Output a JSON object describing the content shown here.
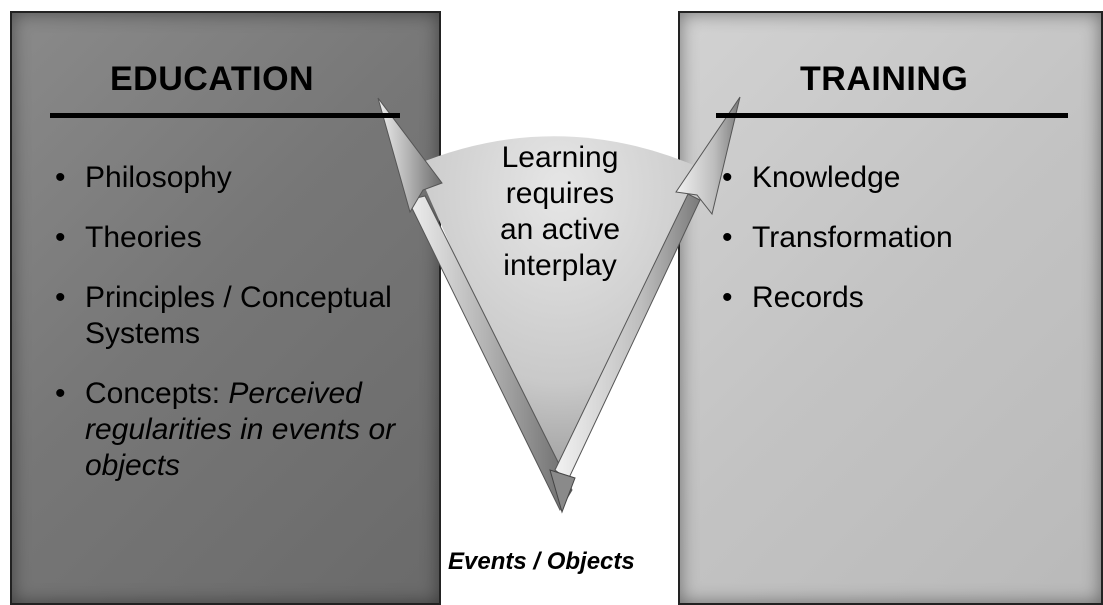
{
  "education": {
    "heading": "EDUCATION",
    "items": [
      {
        "text": "Philosophy"
      },
      {
        "text": "Theories"
      },
      {
        "text": "Principles / Conceptual Systems"
      },
      {
        "text": "Concepts: ",
        "italic": "Perceived regularities in events or objects"
      }
    ]
  },
  "training": {
    "heading": "TRAINING",
    "items": [
      {
        "text": "Knowledge"
      },
      {
        "text": "Transformation"
      },
      {
        "text": "Records"
      }
    ]
  },
  "center": {
    "text_lines": [
      "Learning",
      "requires",
      "an active",
      "interplay"
    ]
  },
  "bottom_caption": "Events / Objects",
  "bullet_symbol": "•",
  "colors": {
    "left_panel": "#777777",
    "right_panel": "#c3c3c3",
    "arrow": "#b5b5b5"
  }
}
